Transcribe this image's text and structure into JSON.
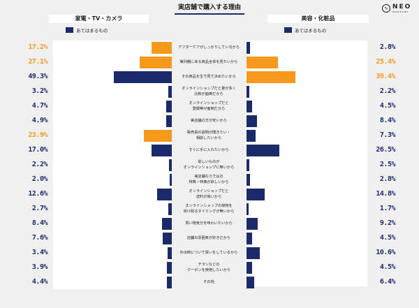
{
  "header": {
    "title": "実店舗で購入する理由",
    "logo": {
      "main": "NEO",
      "sub": "MARKETING",
      "icon": "wave-circle-icon"
    }
  },
  "colors": {
    "highlight": "#f7991c",
    "default": "#1b2a6b"
  },
  "left": {
    "category": "家電・TV・カメラ",
    "legend": "あてはまるもの"
  },
  "right": {
    "category": "美容・化粧品",
    "legend": "あてはまるもの"
  },
  "chart_data": {
    "type": "bar",
    "orientation": "horizontal-butterfly",
    "title": "実店舗で購入する理由",
    "legend": [
      "あてはまるもの"
    ],
    "categories": [
      "アフターケアがしっかりしているから",
      "陳列棚にある商品全体を見たいから",
      "その商品を生で見て決めたいから",
      "オンラインショップだと量が多く\n比較が面倒だから",
      "オンラインショップだと\n登録等が面倒だから",
      "実店舗の方が安いから",
      "販売員の説明が聞きたい・\n相談したいから",
      "すぐに手に入れたいから",
      "欲しいものが\nオンラインショップに無いから",
      "実店舗ならではの\n特典・特典が欲しいから",
      "オンラインショップだと\n送料が高いから",
      "オンラインショップの荷物を\n受け取るタイミングが無いから",
      "買い物気分を味わいたいから",
      "店舗の雰囲気が好きだから",
      "外出時について買いをしているから",
      "チラシなどの\nクーポンを使用したいから",
      "その他"
    ],
    "series": [
      {
        "name": "家電・TV・カメラ",
        "values": [
          17.2,
          27.1,
          49.3,
          3.2,
          4.7,
          4.9,
          23.9,
          17.0,
          2.2,
          2.0,
          12.6,
          2.7,
          8.4,
          7.6,
          3.4,
          3.9,
          4.4
        ],
        "labels": [
          "17.2%",
          "27.1%",
          "49.3%",
          "3.2%",
          "4.7%",
          "4.9%",
          "23.9%",
          "17.0%",
          "2.2%",
          "2.0%",
          "12.6%",
          "2.7%",
          "8.4%",
          "7.6%",
          "3.4%",
          "3.9%",
          "4.4%"
        ],
        "highlighted": [
          true,
          true,
          false,
          false,
          false,
          false,
          true,
          false,
          false,
          false,
          false,
          false,
          false,
          false,
          false,
          false,
          false
        ]
      },
      {
        "name": "美容・化粧品",
        "values": [
          2.8,
          25.4,
          39.4,
          2.2,
          4.5,
          8.4,
          7.3,
          26.5,
          2.5,
          2.8,
          14.8,
          1.7,
          9.2,
          4.5,
          10.6,
          4.5,
          6.4
        ],
        "labels": [
          "2.8%",
          "25.4%",
          "39.4%",
          "2.2%",
          "4.5%",
          "8.4%",
          "7.3%",
          "26.5%",
          "2.5%",
          "2.8%",
          "14.8%",
          "1.7%",
          "9.2%",
          "4.5%",
          "10.6%",
          "4.5%",
          "6.4%"
        ],
        "highlighted": [
          false,
          true,
          true,
          false,
          false,
          false,
          false,
          false,
          false,
          false,
          false,
          false,
          false,
          false,
          false,
          false,
          false
        ]
      }
    ],
    "xlabel": "",
    "ylabel": "",
    "grid": false,
    "legend_position": "top"
  }
}
